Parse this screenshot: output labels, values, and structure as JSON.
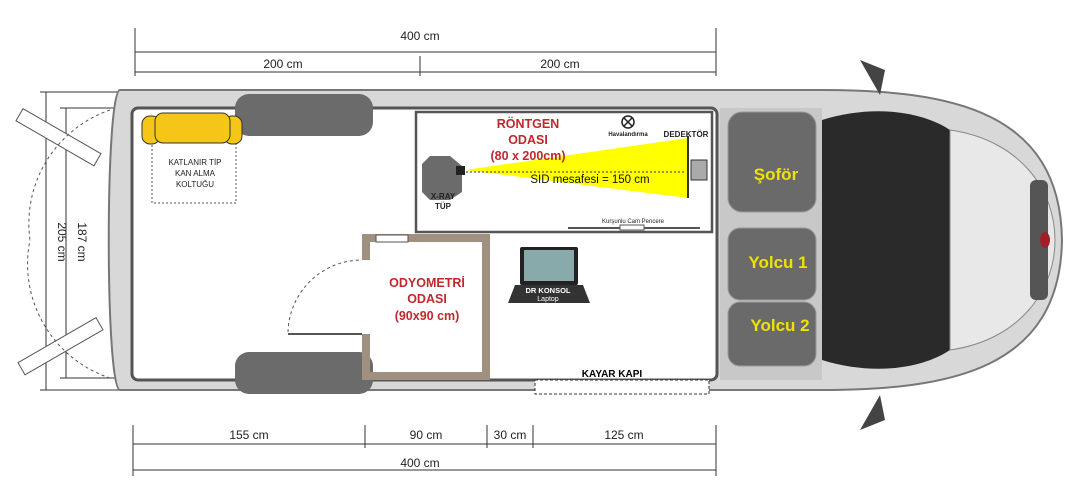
{
  "dimensions": {
    "top_total": "400 cm",
    "top_left": "200 cm",
    "top_right": "200 cm",
    "bottom_segments": [
      "155 cm",
      "90 cm",
      "30 cm",
      "125 cm"
    ],
    "bottom_total": "400 cm",
    "inner_width": "187 cm",
    "outer_width": "205 cm"
  },
  "rooms": {
    "xray": {
      "title1": "RÖNTGEN",
      "title2": "ODASI",
      "size": "(80 x 200cm)",
      "sid": "SID mesafesi = 150 cm",
      "tube1": "X-RAY",
      "tube2": "TÜP",
      "detector": "DEDEKTÖR",
      "ventilation": "Havalandırma",
      "window": "Kurşunlu Cam Pencere"
    },
    "audiometry": {
      "title1": "ODYOMETRİ",
      "title2": "ODASI",
      "size": "(90x90 cm)"
    },
    "chair": {
      "line1": "KATLANIR TİP",
      "line2": "KAN ALMA",
      "line3": "KOLTUĞU"
    },
    "console": {
      "line1": "DR KONSOL",
      "line2": "Laptop"
    },
    "sliding_door": "KAYAR KAPI"
  },
  "seats": [
    "Şoför",
    "Yolcu 1",
    "Yolcu 2"
  ],
  "colors": {
    "accent_red": "#c0282d",
    "beam_yellow": "#ffff00",
    "seat_label": "#f0e200"
  }
}
